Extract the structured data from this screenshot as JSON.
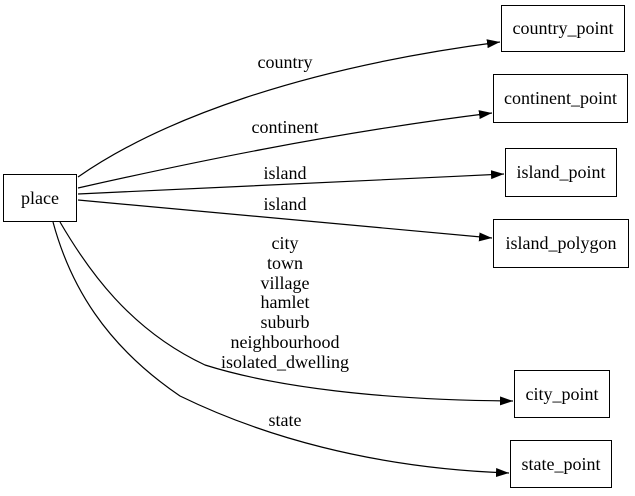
{
  "diagram": {
    "background_color": "#ffffff",
    "stroke_color": "#000000",
    "nodes": {
      "place": {
        "label": "place"
      },
      "country_point": {
        "label": "country_point"
      },
      "continent_point": {
        "label": "continent_point"
      },
      "island_point": {
        "label": "island_point"
      },
      "island_polygon": {
        "label": "island_polygon"
      },
      "city_point": {
        "label": "city_point"
      },
      "state_point": {
        "label": "state_point"
      }
    },
    "edges": [
      {
        "from": "place",
        "to": "country_point",
        "label": "country"
      },
      {
        "from": "place",
        "to": "continent_point",
        "label": "continent"
      },
      {
        "from": "place",
        "to": "island_point",
        "label": "island"
      },
      {
        "from": "place",
        "to": "island_polygon",
        "label": "island"
      },
      {
        "from": "place",
        "to": "city_point",
        "label": "city town village hamlet suburb neighbourhood isolated_dwelling"
      },
      {
        "from": "place",
        "to": "state_point",
        "label": "state"
      }
    ],
    "edge_labels": {
      "country": "country",
      "continent": "continent",
      "island_point": "island",
      "island_polygon": "island",
      "city_group": [
        "city",
        "town",
        "village",
        "hamlet",
        "suburb",
        "neighbourhood",
        "isolated_dwelling"
      ],
      "state": "state"
    }
  }
}
